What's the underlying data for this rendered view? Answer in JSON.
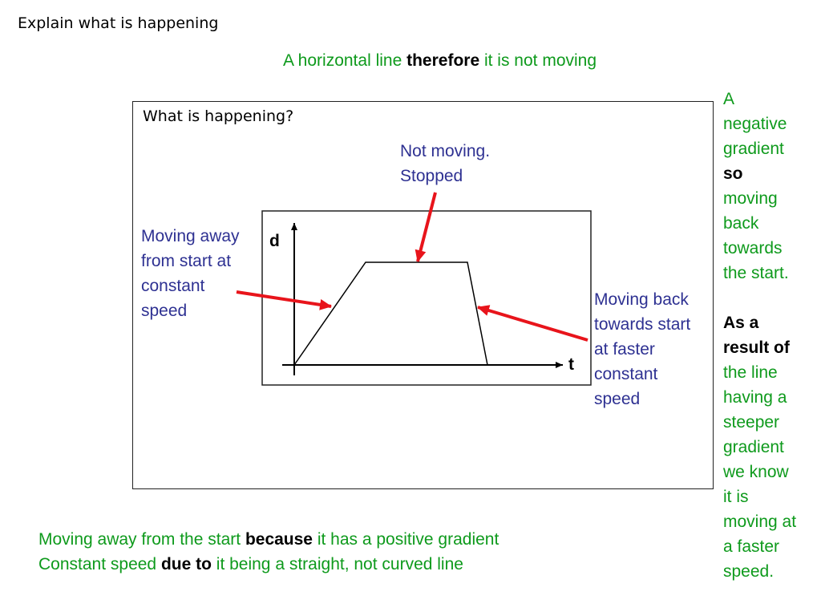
{
  "title": "Explain what is happening",
  "top_note": {
    "pre": "A horizontal line ",
    "bold": "therefore",
    "post": " it is not moving"
  },
  "box_question": "What is happening?",
  "graph": {
    "y_axis_label": "d",
    "x_axis_label": "t"
  },
  "labels": {
    "stopped": "Not moving.\nStopped",
    "moving_away": "Moving away\nfrom start at\nconstant\nspeed",
    "moving_back": "Moving back\ntowards start\nat faster\nconstant\nspeed"
  },
  "right_note": {
    "p1_a": "A\nnegative\ngradient",
    "p1_bold": "so",
    "p1_b": "moving\nback\ntowards\nthe start.",
    "p2_bold": "As a\nresult of",
    "p2_b": "the line\nhaving a\nsteeper\ngradient\nwe know\nit is\nmoving at\na faster\nspeed."
  },
  "bottom": {
    "line1": {
      "pre": "Moving away from the start ",
      "bold": "because",
      "post": " it has a positive gradient"
    },
    "line2": {
      "pre": "Constant speed ",
      "bold": "due to",
      "post": " it being a straight, not curved line"
    }
  },
  "colors": {
    "green": "#0e9a1c",
    "blue": "#2e3192",
    "arrow": "#e8141b"
  }
}
